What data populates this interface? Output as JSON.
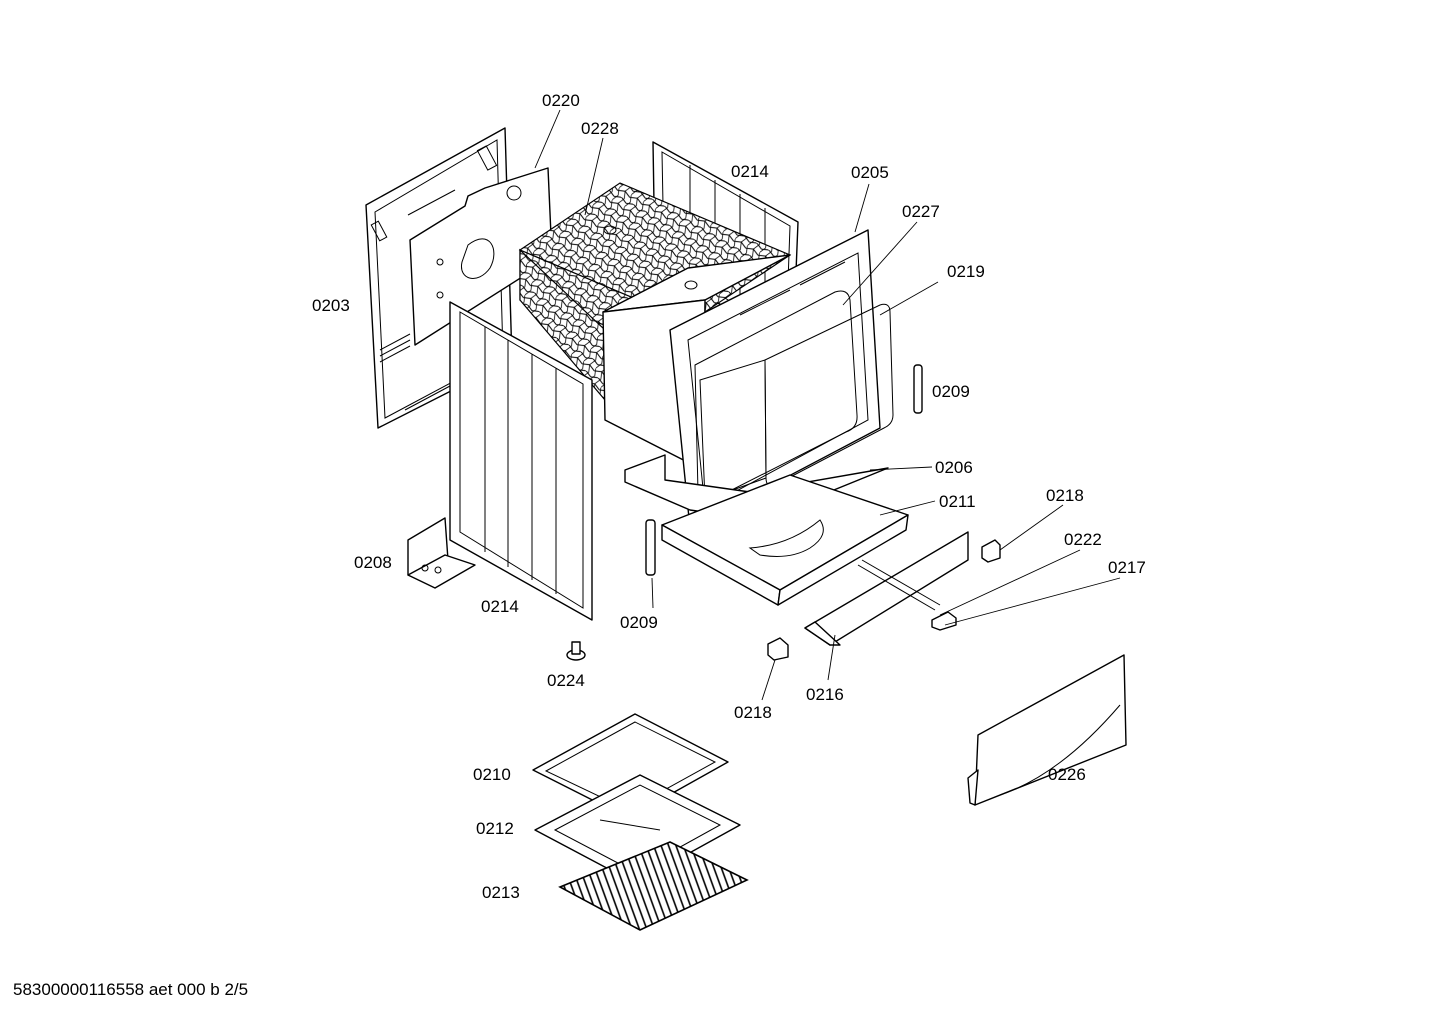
{
  "callouts": {
    "c0220": "0220",
    "c0228": "0228",
    "c0214_top": "0214",
    "c0205": "0205",
    "c0227": "0227",
    "c0219": "0219",
    "c0203": "0203",
    "c0209_right": "0209",
    "c0206": "0206",
    "c0211": "0211",
    "c0218_right": "0218",
    "c0222": "0222",
    "c0217": "0217",
    "c0208": "0208",
    "c0214_bottom": "0214",
    "c0209_bottom": "0209",
    "c0224": "0224",
    "c0218_bottom": "0218",
    "c0216": "0216",
    "c0210": "0210",
    "c0226": "0226",
    "c0212": "0212",
    "c0213": "0213"
  },
  "footer": {
    "document_code": "58300000116558 aet 000 b 2/5"
  }
}
